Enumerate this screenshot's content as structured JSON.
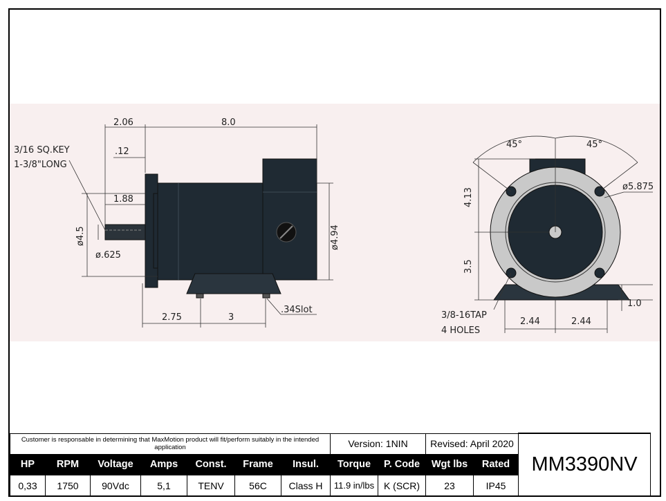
{
  "drawing": {
    "side": {
      "dim_shaft_ext": "2.06",
      "dim_length": "8.0",
      "key_line1": "3/16 SQ.KEY",
      "key_line2": "1-3/8\"LONG",
      "dim_flange": ".12",
      "dim_shaft_len": "1.88",
      "dim_pilot": "ø4.5",
      "dim_shaft_dia": "ø.625",
      "dim_body_dia": "ø4.94",
      "dim_base_a": "2.75",
      "dim_base_b": "3",
      "dim_slot": ".34Slot"
    },
    "front": {
      "angle_left": "45°",
      "angle_right": "45°",
      "dim_bolt_circle": "ø5.875",
      "dim_upper_height": "4.13",
      "dim_lower_height": "3.5",
      "dim_foot": "1.0",
      "tap_line1": "3/8-16TAP",
      "tap_line2": "4 HOLES",
      "dim_half_a": "2.44",
      "dim_half_b": "2.44"
    },
    "colors": {
      "motor": "#1f2a33",
      "band": "#f8efef",
      "faceplate": "#c9c9c9"
    }
  },
  "title_block": {
    "note": "Customer is responsable in determining that MaxMotion product will fit/perform suitably in the intended application",
    "version": "Version: 1NIN",
    "revised": "Revised: April 2020",
    "model": "MM3390NV",
    "headers": [
      "HP",
      "RPM",
      "Voltage",
      "Amps",
      "Const.",
      "Frame",
      "Insul.",
      "Torque",
      "P. Code",
      "Wgt lbs",
      "Rated"
    ],
    "values": [
      "0,33",
      "1750",
      "90Vdc",
      "5,1",
      "TENV",
      "56C",
      "Class H",
      "11.9 in/lbs",
      "K (SCR)",
      "23",
      "IP45"
    ]
  }
}
